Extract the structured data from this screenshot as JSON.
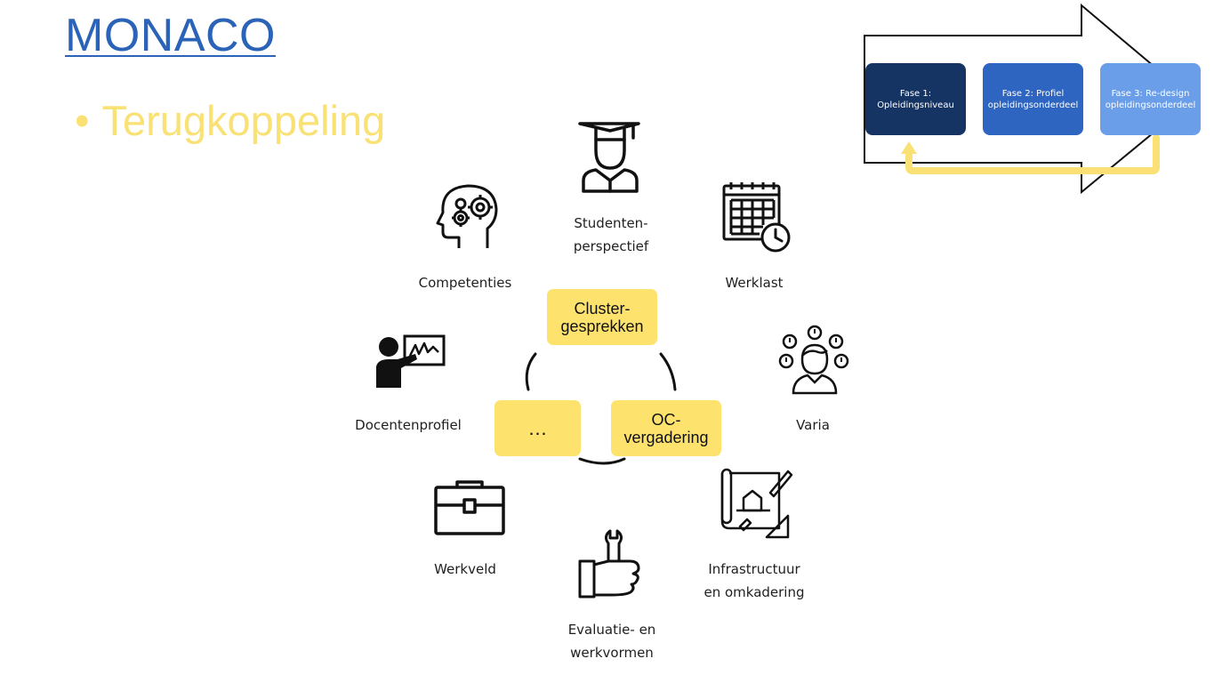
{
  "slide": {
    "title": "MONACO",
    "bullet": "Terugkoppeling",
    "bullet_marker": "•"
  },
  "phases": [
    {
      "label": "Fase 1:\nOpleidingsniveau",
      "color": "#163463"
    },
    {
      "label": "Fase 2: Profiel\nopleidingsonderdeel",
      "color": "#2e65c0"
    },
    {
      "label": "Fase 3: Re-design\nopleidingsonderdeel",
      "color": "#6b9ee8"
    }
  ],
  "center": {
    "top_box": "Cluster-\ngesprekken",
    "left_box": "…",
    "right_box": "OC-\nvergadering"
  },
  "topics": {
    "studentenperspectief": {
      "label": "Studenten-\nperspectief",
      "icon": "graduate-icon"
    },
    "werklast": {
      "label": "Werklast",
      "icon": "calendar-clock-icon"
    },
    "varia": {
      "label": "Varia",
      "icon": "person-exclamations-icon"
    },
    "infrastructuur": {
      "label": "Infrastructuur\nen omkadering",
      "icon": "blueprint-tools-icon"
    },
    "evaluatie": {
      "label": "Evaluatie- en\nwerkvormen",
      "icon": "wrench-hand-icon"
    },
    "werkveld": {
      "label": "Werkveld",
      "icon": "briefcase-icon"
    },
    "docentenprofiel": {
      "label": "Docentenprofiel",
      "icon": "teacher-board-icon"
    },
    "competenties": {
      "label": "Competenties",
      "icon": "head-gears-icon"
    }
  },
  "colors": {
    "title": "#2a63b8",
    "bullet": "#f9e176",
    "box_yellow": "#fde36e",
    "feedback_arrow": "#f9e176"
  }
}
